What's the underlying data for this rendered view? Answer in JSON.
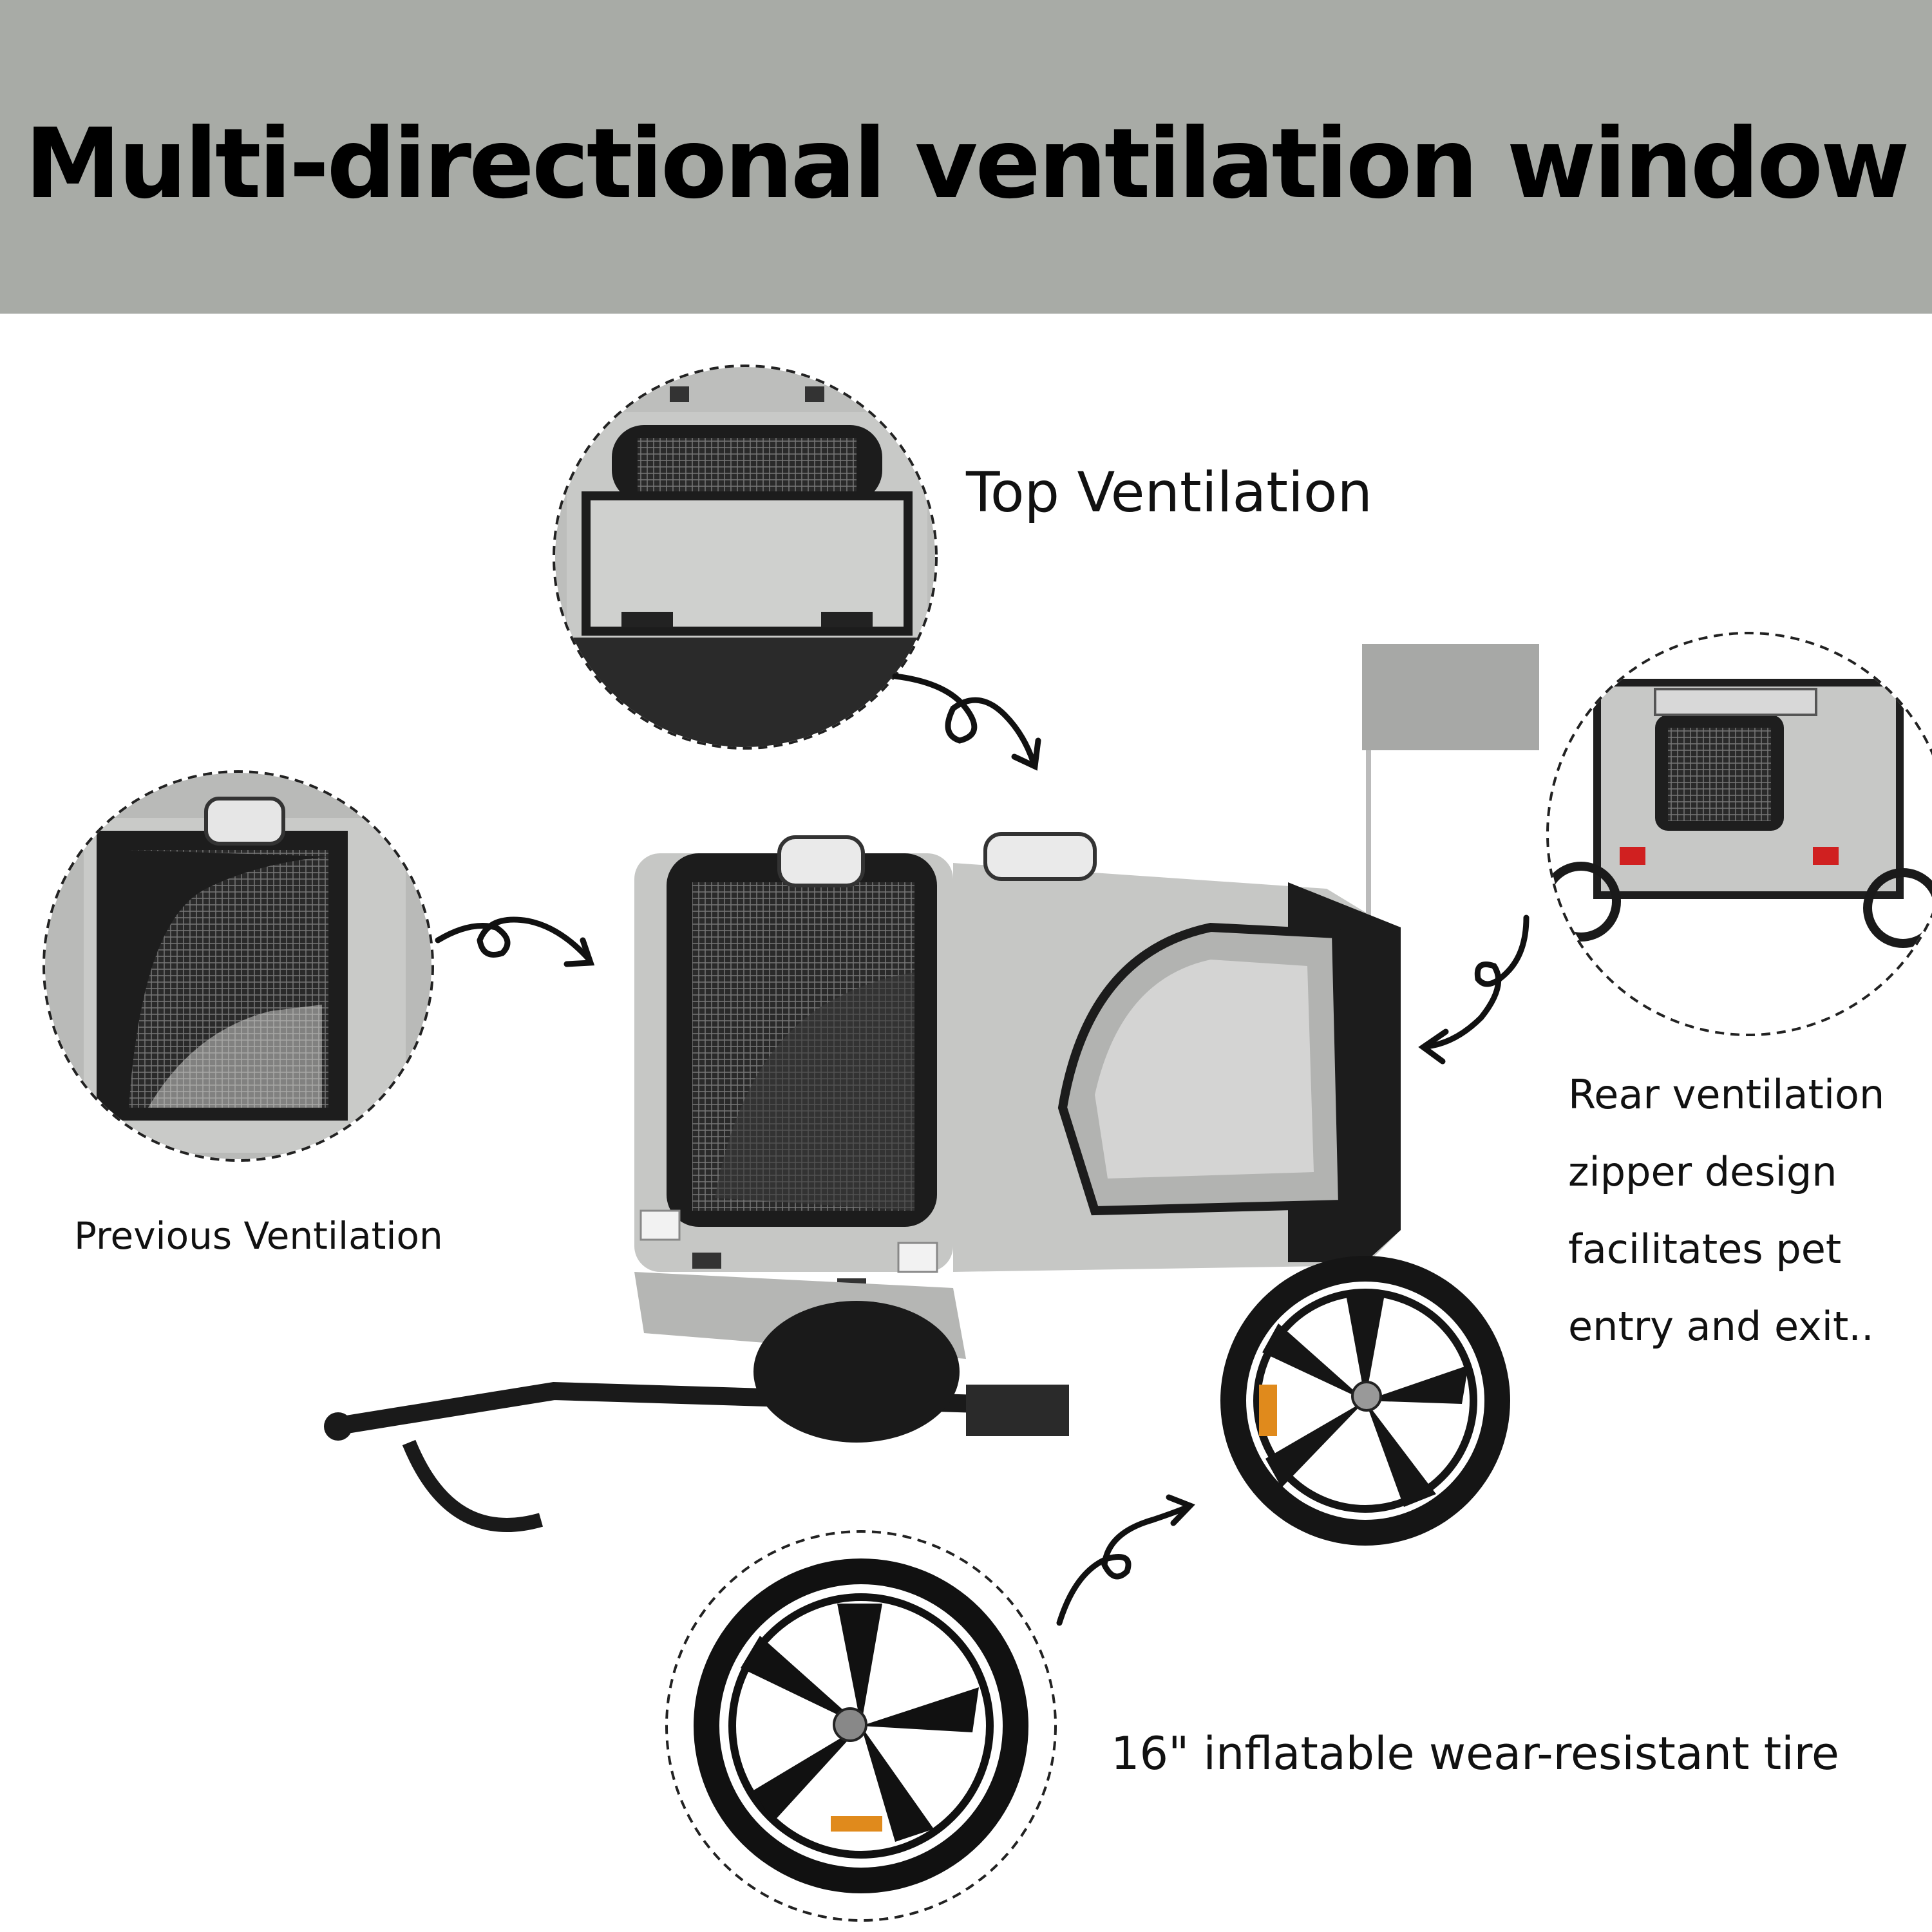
{
  "header": {
    "title": "Multi-directional ventilation window"
  },
  "callouts": {
    "top": "Top Ventilation",
    "previous": "Previous Ventilation",
    "rear": [
      "Rear ventilation",
      "zipper design",
      "facilitates pet",
      "entry and exit.."
    ],
    "tire": "16\" inflatable wear-resistant tire"
  },
  "colors": {
    "header_bg": "#a8aba6",
    "fabric_gray": "#c9cac8",
    "frame_black": "#1a1a1a"
  }
}
